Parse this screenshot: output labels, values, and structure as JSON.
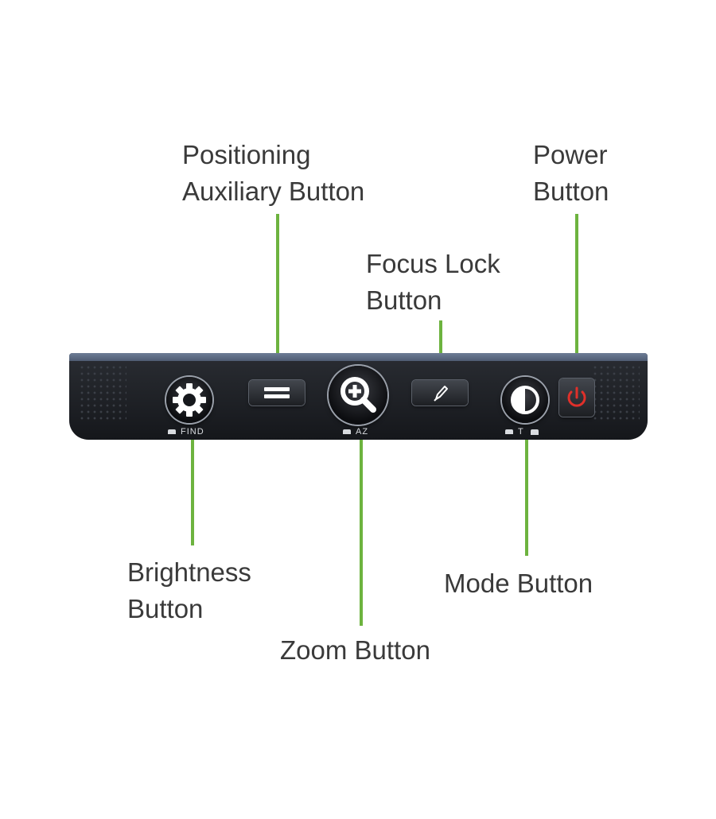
{
  "callouts": {
    "positioning": [
      "Positioning",
      "Auxiliary Button"
    ],
    "power": [
      "Power",
      "Button"
    ],
    "focus_lock": [
      "Focus Lock",
      "Button"
    ],
    "brightness": [
      "Brightness",
      "Button"
    ],
    "zoom": "Zoom Button",
    "mode": "Mode Button"
  },
  "device_marks": {
    "find": "FIND",
    "az": "AZ",
    "t": "T"
  },
  "colors": {
    "leader_line": "#6db33f",
    "label_text": "#3a3a3a",
    "power_icon": "#e0302a",
    "device_body": "#1b1d21",
    "device_top_strip": "#5e6b82"
  },
  "icons": {
    "brightness": "gear-icon",
    "positioning": "equals-icon",
    "zoom": "zoom-in-icon",
    "focus_lock": "pen-icon",
    "mode": "contrast-icon",
    "power": "power-icon"
  }
}
